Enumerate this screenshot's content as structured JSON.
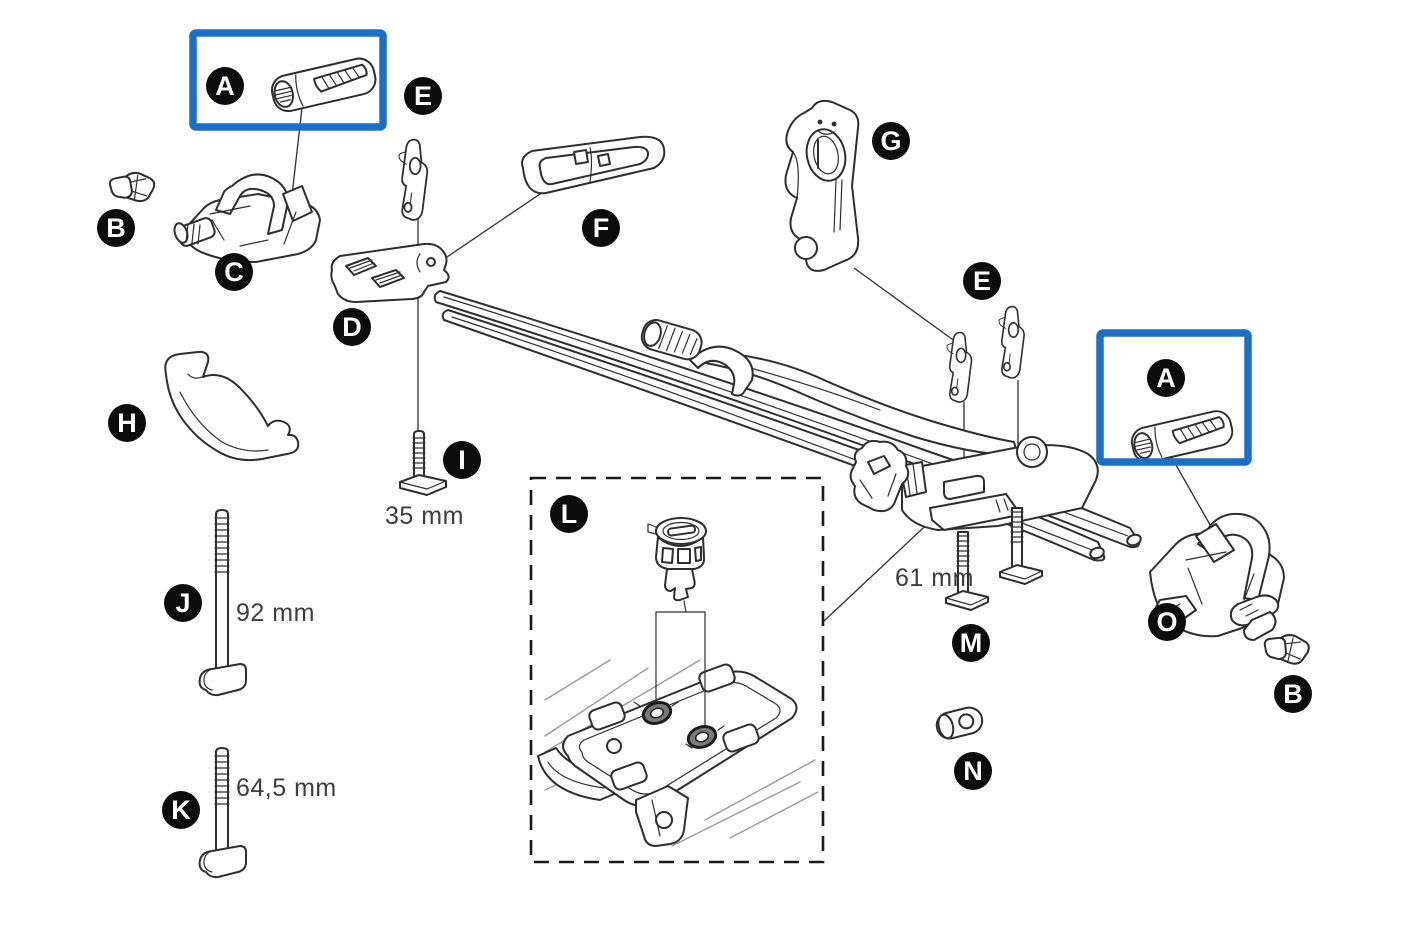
{
  "diagram": {
    "description": "Exploded parts diagram of a roof bike carrier with lettered callouts",
    "highlight_box_count": 2,
    "inset_detail_box": "lock-cylinder-detail"
  },
  "badges": {
    "a1": "A",
    "e1": "E",
    "b1": "B",
    "c": "C",
    "d": "D",
    "f": "F",
    "g": "G",
    "e2": "E",
    "h": "H",
    "i": "I",
    "j": "J",
    "k": "K",
    "l": "L",
    "m": "M",
    "n": "N",
    "o": "O",
    "b2": "B",
    "a2": "A"
  },
  "measurements": {
    "i": "35 mm",
    "j": "92 mm",
    "k": "64,5 mm",
    "m": "61 mm"
  },
  "parts": {
    "a": "end-cap-pad",
    "b": "small-strap-clip",
    "c": "frame-holder-bracket",
    "d": "adapter-plate",
    "e": "release-lever",
    "f": "frame-pad-ring",
    "g": "tension-tower",
    "h": "wheel-cradle",
    "i": "bolt-with-washer",
    "j": "t-bolt-long",
    "k": "t-bolt-short",
    "l": "lock-cylinder-detail",
    "m": "clamp-bolts",
    "n": "barrel-nut",
    "o": "frame-holder-bracket-rear",
    "rail": "wheel-tray-rail"
  },
  "colors": {
    "highlight": "#1d6ec7",
    "line": "#2e2e2e",
    "muted_line": "#9a9a9a",
    "badge_bg": "#0c0c0c",
    "badge_text": "#ffffff",
    "measure_text": "#3d3d3d",
    "background": "#ffffff"
  }
}
